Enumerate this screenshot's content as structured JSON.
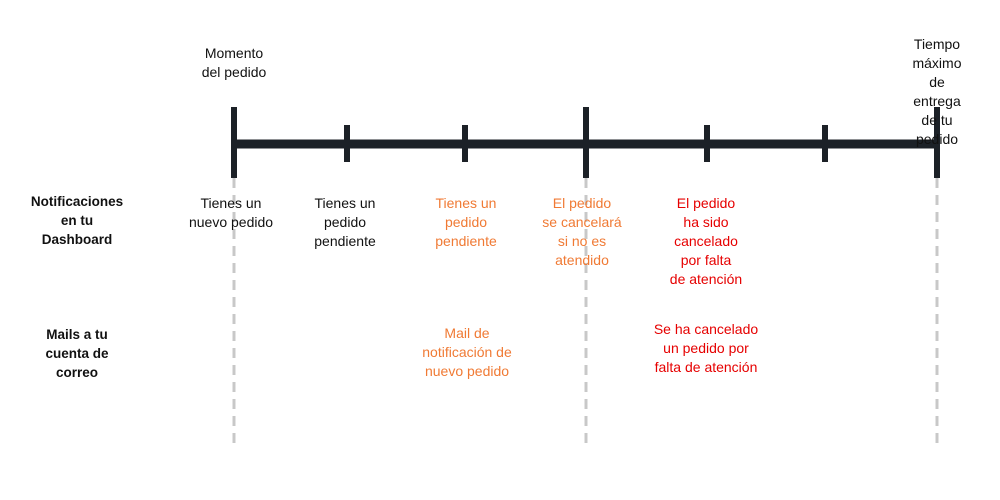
{
  "colors": {
    "axis": "#1c2127",
    "dashed": "#c8c8c8",
    "black": "#111111",
    "orange": "#f07a34",
    "red": "#e60000"
  },
  "timeline": {
    "start_label": "Momento\ndel pedido",
    "end_label": "Tiempo máximo\nde entrega\nde tu pedido"
  },
  "rows": {
    "dashboard_label": "Notificaciones\nen tu\nDashboard",
    "mail_label": "Mails a tu\ncuenta de\ncorreo"
  },
  "dashboard_notifications": [
    {
      "text": "Tienes un\nnuevo pedido",
      "color": "black"
    },
    {
      "text": "Tienes un\npedido\npendiente",
      "color": "black"
    },
    {
      "text": "Tienes un\npedido\npendiente",
      "color": "orange"
    },
    {
      "text": "El pedido\nse cancelará\nsi no es\natendido",
      "color": "orange"
    },
    {
      "text": "El pedido\nha sido\ncancelado\npor falta\nde atención",
      "color": "red"
    }
  ],
  "mail_notifications": [
    {
      "text": "Mail de\nnotificación de\nnuevo pedido",
      "color": "orange"
    },
    {
      "text": "Se ha cancelado\nun pedido por\nfalta de atención",
      "color": "red"
    }
  ]
}
